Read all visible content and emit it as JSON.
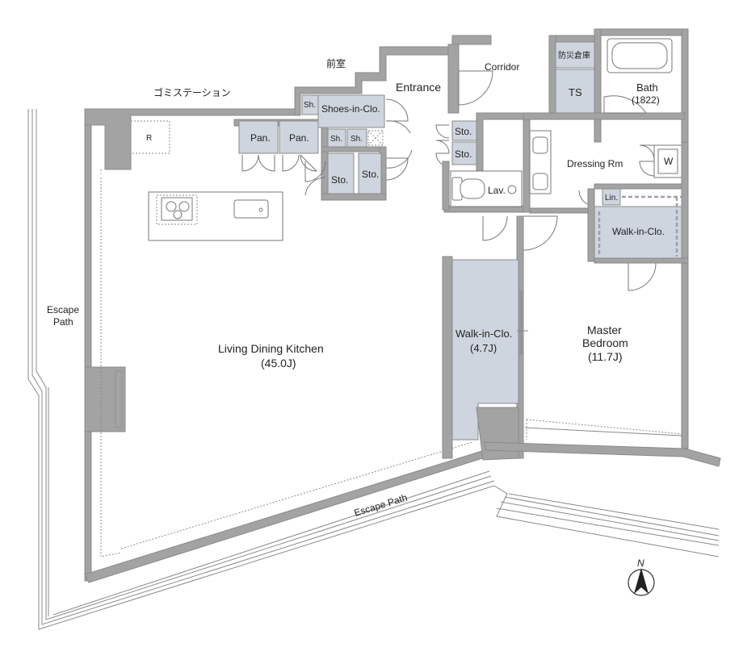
{
  "labels": {
    "garbage_station": "ゴミステーション",
    "vestibule": "前室",
    "corridor": "Corridor",
    "entrance": "Entrance",
    "shoes_in_closet": "Shoes-in-Clo.",
    "shelf": "Sh.",
    "pantry": "Pan.",
    "storage": "Sto.",
    "refrigerator": "R",
    "disaster_storage": "防災倉庫",
    "trunk_space": "TS",
    "bath": "Bath",
    "bath_size": "(1822)",
    "dressing_room": "Dressing Rm",
    "lavatory": "Lav.",
    "washer": "W",
    "linen": "Lin.",
    "walk_in_closet_small": "Walk-in-Clo.",
    "escape_path": "Escape Path",
    "escape_path_left_1": "Escape",
    "escape_path_left_2": "Path",
    "ldk": "Living Dining  Kitchen",
    "ldk_size": "(45.0J)",
    "walk_in_closet": "Walk-in-Clo.",
    "walk_in_closet_size": "(4.7J)",
    "master_bedroom_1": "Master",
    "master_bedroom_2": "Bedroom",
    "master_bedroom_size": "(11.7J)",
    "north": "N"
  },
  "colors": {
    "wall": "#a3a3a3",
    "storage_fill": "#cfd5df",
    "line": "#888888"
  },
  "icons": [
    "compass-north-icon",
    "stove-icon",
    "sink-icon",
    "toilet-icon",
    "bathtub-icon",
    "washer-icon"
  ]
}
